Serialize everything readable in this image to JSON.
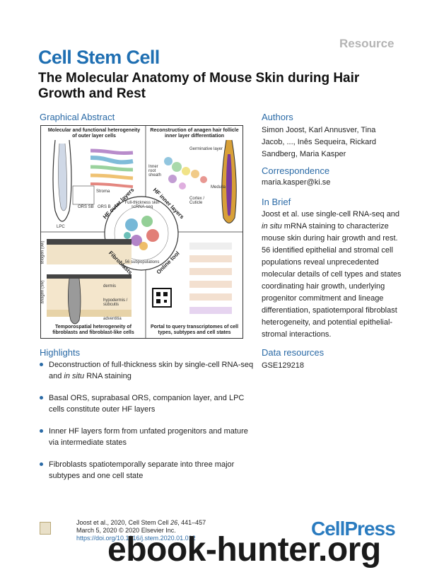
{
  "header": {
    "section_label": "Resource",
    "journal": "Cell Stem Cell",
    "title": "The Molecular Anatomy of Mouse Skin during Hair Growth and Rest"
  },
  "graphical_abstract": {
    "heading": "Graphical Abstract",
    "panels": {
      "top_left": "Molecular and functional heterogeneity of outer layer cells",
      "top_right": "Reconstruction of anagen hair follicle inner layer differentiation",
      "bottom_left": "Temporospatial heterogeneity of fibroblasts and fibroblast-like cells",
      "bottom_right": "Portal to query transcriptomes of cell types, subtypes and cell states"
    },
    "center_labels": {
      "hf_outer": "HF outer layers",
      "hf_inner": "HF inner layers",
      "fibroblasts": "Fibroblasts",
      "online_tool": "Online tool",
      "ring_top": "Full-thickness skin scRNA-seq",
      "ring_bottom": "56 subpopulations"
    },
    "small_labels": {
      "germinative": "Germinative layer",
      "inner_root": "Inner root sheath",
      "cortex": "Cortex / Cuticle",
      "medulla": "Medulla",
      "telogen": "telogen (9w)",
      "anagen": "anagen (5w)",
      "dermis": "dermis",
      "hypodermis": "hypodermis / subcutis",
      "adventitia": "adventitia",
      "ors_sb": "ORS SB",
      "ors_b": "ORS B",
      "lpc": "LPC",
      "stroma": "Stroma"
    }
  },
  "authors": {
    "heading": "Authors",
    "text": "Simon Joost, Karl Annusver, Tina Jacob, ..., Inês Sequeira, Rickard Sandberg, Maria Kasper"
  },
  "correspondence": {
    "heading": "Correspondence",
    "email": "maria.kasper@ki.se"
  },
  "in_brief": {
    "heading": "In Brief",
    "text_before": "Joost et al. use single-cell RNA-seq and ",
    "italic": "in situ",
    "text_after": " mRNA staining to characterize mouse skin during hair growth and rest. 56 identified epithelial and stromal cell populations reveal unprecedented molecular details of cell types and states coordinating hair growth, underlying progenitor commitment and lineage differentiation, spatiotemporal fibroblast heterogeneity, and potential epithelial-stromal interactions."
  },
  "highlights": {
    "heading": "Highlights",
    "items": [
      {
        "before": "Deconstruction of full-thickness skin by single-cell RNA-seq and ",
        "italic": "in situ",
        "after": " RNA staining"
      },
      {
        "before": "Basal ORS, suprabasal ORS, companion layer, and LPC cells constitute outer HF layers",
        "italic": "",
        "after": ""
      },
      {
        "before": "Inner HF layers form from unfated progenitors and mature via intermediate states",
        "italic": "",
        "after": ""
      },
      {
        "before": "Fibroblasts spatiotemporally separate into three major subtypes and one cell state",
        "italic": "",
        "after": ""
      }
    ]
  },
  "data_resources": {
    "heading": "Data resources",
    "accession": "GSE129218"
  },
  "footer": {
    "citation_prefix": "Joost et al., 2020, Cell Stem Cell ",
    "volume": "26",
    "pages": ", 441–457",
    "date": "March 5, 2020 © 2020 Elsevier Inc.",
    "doi": "https://doi.org/10.1016/j.stem.2020.01.012",
    "publisher": "CellPress"
  },
  "watermark": "ebook-hunter.org",
  "colors": {
    "accent": "#2a6aa6",
    "journal": "#1f6fb2",
    "resource_gray": "#b4b4b4"
  }
}
